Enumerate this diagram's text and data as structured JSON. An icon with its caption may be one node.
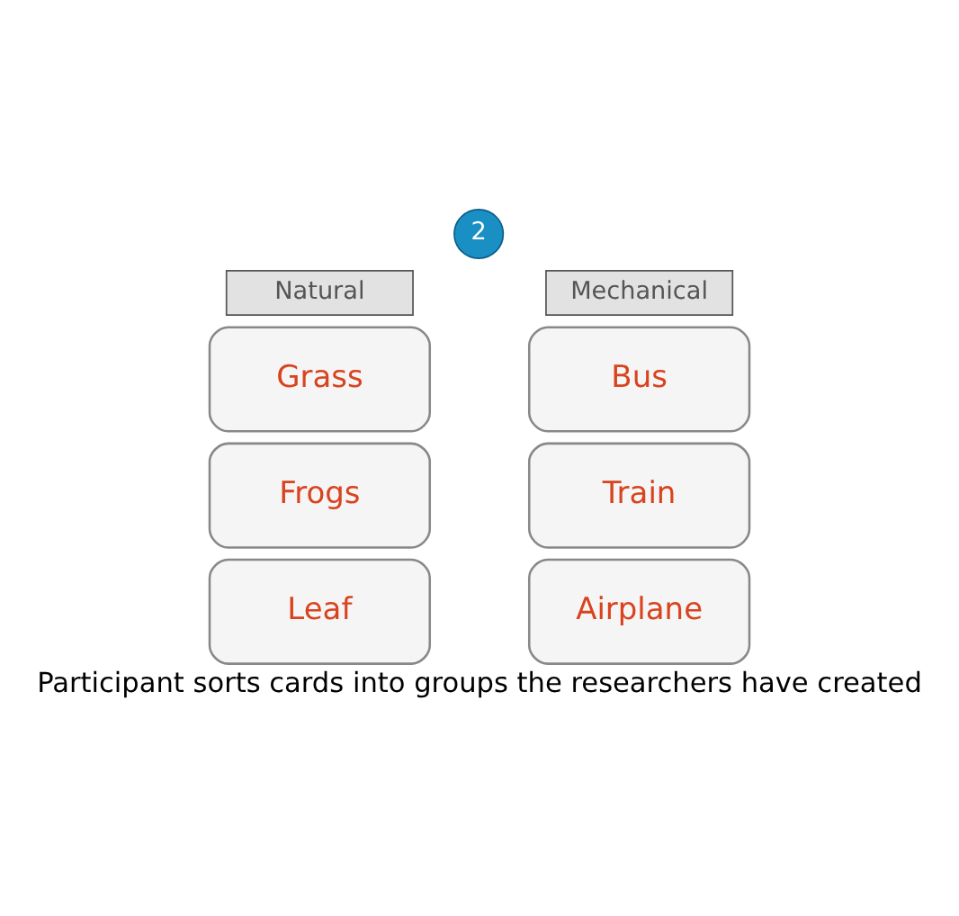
{
  "diagram": {
    "caption": "Participant sorts cards into groups the researchers have created",
    "nodes": [
      {
        "text": [
          "2"
        ]
      },
      {
        "text": [
          "Natural"
        ]
      },
      {
        "text": [
          "Grass"
        ]
      },
      {
        "text": [
          "Frogs"
        ]
      },
      {
        "text": [
          "Leaf"
        ]
      },
      {
        "text": [
          "Mechanical"
        ]
      },
      {
        "text": [
          "Bus"
        ]
      },
      {
        "text": [
          "Train"
        ]
      },
      {
        "text": [
          "Airplane"
        ]
      }
    ]
  }
}
